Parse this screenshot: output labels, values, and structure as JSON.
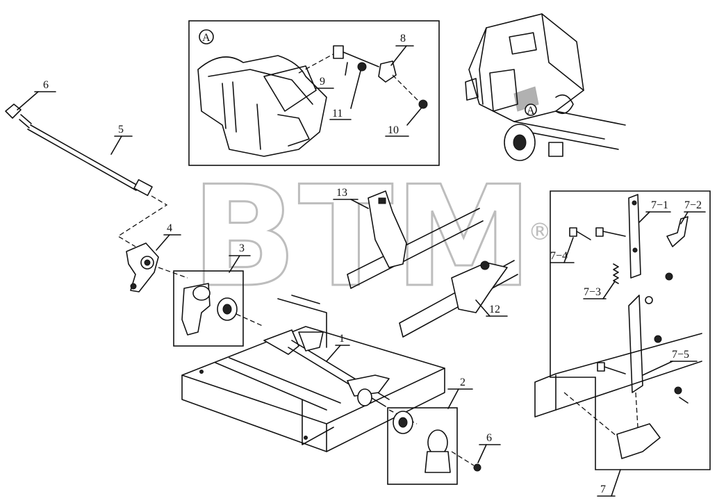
{
  "watermark": {
    "text": "BTM",
    "symbol": "®"
  },
  "callouts": {
    "c1": "1",
    "c2": "2",
    "c3": "3",
    "c4": "4",
    "c5": "5",
    "c6a": "6",
    "c6b": "6",
    "c7": "7",
    "c8": "8",
    "c9": "9",
    "c10": "10",
    "c11": "11",
    "c12": "12",
    "c13": "13",
    "c7_1": "7−1",
    "c7_2": "7−2",
    "c7_3": "7−3",
    "c7_4": "7−4",
    "c7_5": "7−5"
  },
  "detail_marker": "A",
  "cab_marker": "A"
}
